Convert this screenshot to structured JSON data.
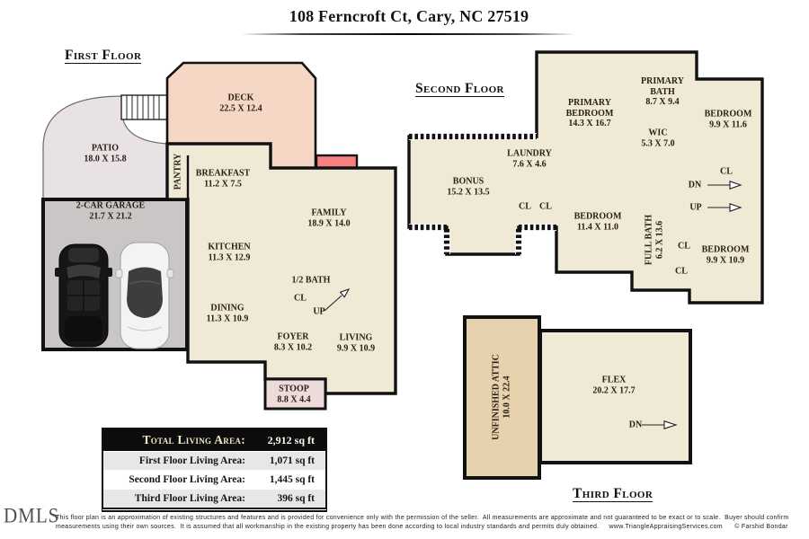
{
  "title": {
    "text": "108 Ferncroft Ct, Cary, NC 27519"
  },
  "labels": {
    "closet": "CL",
    "up": "UP",
    "down": "DN"
  },
  "colors": {
    "interior": "#f0e9d6",
    "deck": "#f6d7c5",
    "patio": "#e9e2e4",
    "garage": "#c9c6c5",
    "stoop": "#eddadb",
    "attic": "#e6d2ad",
    "fireplace": "#f58181",
    "wall": "#111111",
    "table_header_bg": "#0c0c0c",
    "table_header_text": "#f2e9c9",
    "table_row_alt": "#e7e7e7"
  },
  "floors": {
    "first": {
      "heading": "First Floor",
      "rooms": {
        "deck": {
          "name": "DECK",
          "dims": "22.5 X 12.4"
        },
        "patio": {
          "name": "PATIO",
          "dims": "18.0 X 15.8"
        },
        "garage": {
          "name": "2-CAR GARAGE",
          "dims": "21.7 X 21.2"
        },
        "pantry": {
          "name": "PANTRY"
        },
        "breakfast": {
          "name": "BREAKFAST",
          "dims": "11.2 X 7.5"
        },
        "family": {
          "name": "FAMILY",
          "dims": "18.9 X 14.0"
        },
        "kitchen": {
          "name": "KITCHEN",
          "dims": "11.3 X 12.9"
        },
        "half_bath": {
          "name": "1/2 BATH"
        },
        "dining": {
          "name": "DINING",
          "dims": "11.3 X 10.9"
        },
        "foyer": {
          "name": "FOYER",
          "dims": "8.3 X 10.2"
        },
        "living": {
          "name": "LIVING",
          "dims": "9.9 X 10.9"
        },
        "stoop": {
          "name": "STOOP",
          "dims": "8.8 X 4.4"
        }
      }
    },
    "second": {
      "heading": "Second Floor",
      "rooms": {
        "primary_bedroom": {
          "name": "PRIMARY BEDROOM",
          "dims": "14.3 X 16.7"
        },
        "primary_bath": {
          "name": "PRIMARY BATH",
          "dims": "8.7 X 9.4"
        },
        "bedroom_ne": {
          "name": "BEDROOM",
          "dims": "9.9 X 11.6"
        },
        "wic": {
          "name": "WIC",
          "dims": "5.3 X 7.0"
        },
        "laundry": {
          "name": "LAUNDRY",
          "dims": "7.6 X 4.6"
        },
        "bonus": {
          "name": "BONUS",
          "dims": "15.2 X 13.5"
        },
        "bedroom_center": {
          "name": "BEDROOM",
          "dims": "11.4 X 11.0"
        },
        "full_bath": {
          "name": "FULL BATH",
          "dims": "6.2 X 13.6"
        },
        "bedroom_se": {
          "name": "BEDROOM",
          "dims": "9.9 X 10.9"
        }
      }
    },
    "third": {
      "heading": "Third Floor",
      "rooms": {
        "unfinished_attic": {
          "name": "UNFINISHED ATTIC",
          "dims": "10.0 X 22.4"
        },
        "flex": {
          "name": "FLEX",
          "dims": "20.2 X 17.7"
        }
      }
    }
  },
  "areas_table": {
    "rows": [
      {
        "label": "Total Living Area:",
        "value": "2,912 sq ft"
      },
      {
        "label": "First Floor Living Area:",
        "value": "1,071 sq ft"
      },
      {
        "label": "Second Floor Living Area:",
        "value": "1,445 sq ft"
      },
      {
        "label": "Third Floor Living Area:",
        "value": "396 sq ft"
      }
    ]
  },
  "footer": {
    "logo": "DMLS",
    "disclaimer_line1": "This floor plan is an approximation of existing structures and features and is provided for convenience only with the permission of the seller.  All measurements are approximate and not guaranteed to be exact or to scale.  Buyer should confirm",
    "disclaimer_line2": "measurements using their own sources.  It is assumed that all workmanship in the existing property has been done according to local industry standards and permits duly obtained.     www.TriangleAppraisingServices.com      © Farshid Bondar"
  }
}
